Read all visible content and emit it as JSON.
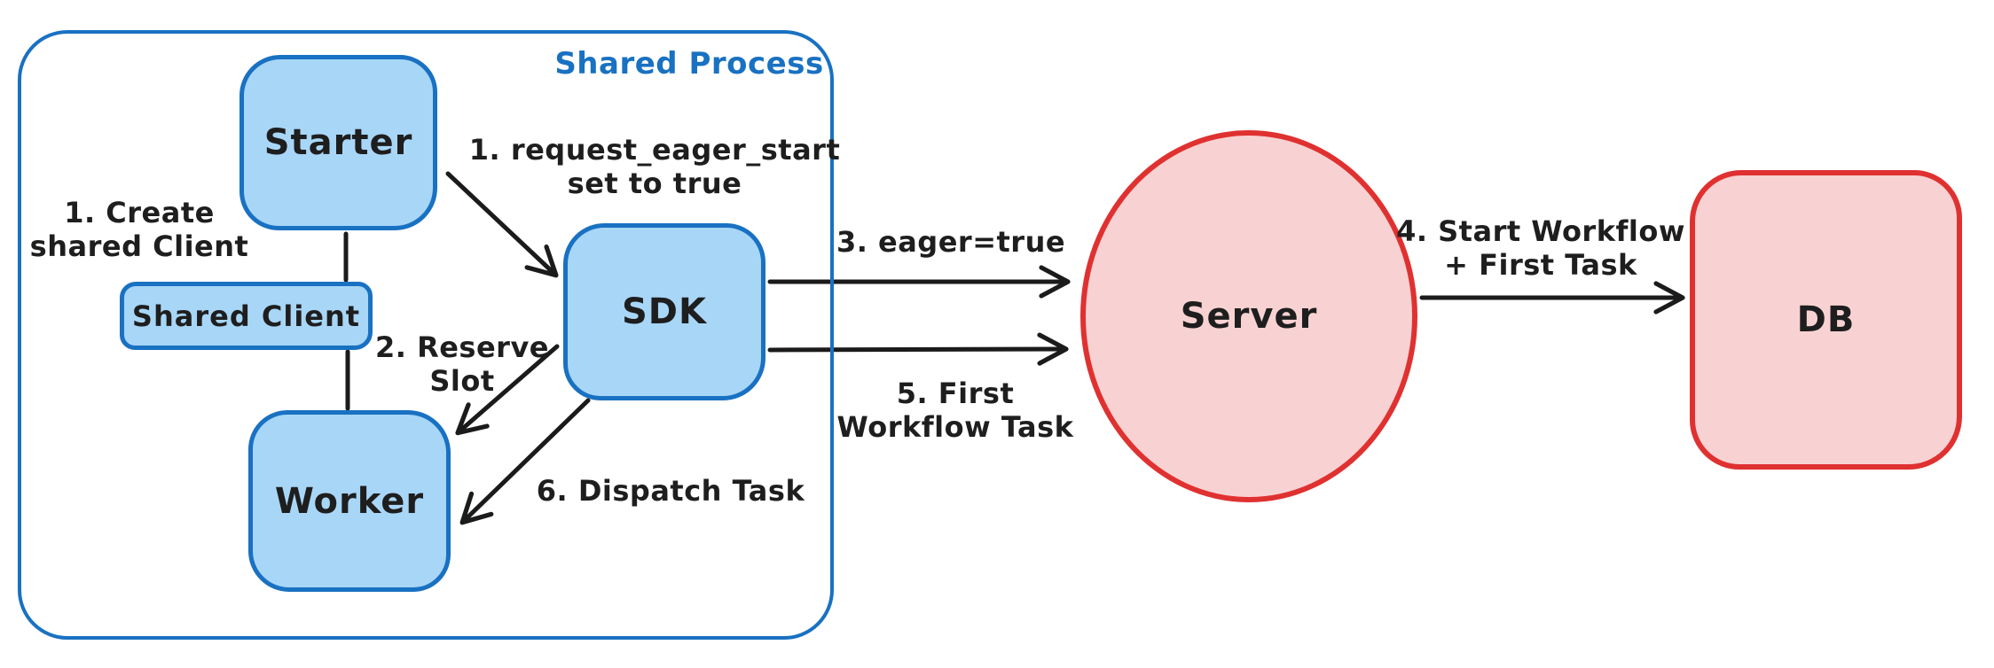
{
  "diagram": {
    "shared_process": {
      "label": "Shared Process",
      "nodes": {
        "starter": "Starter",
        "shared_client": "Shared Client",
        "worker": "Worker",
        "sdk": "SDK"
      },
      "annotations": {
        "create_shared_client": "1. Create\nshared Client",
        "request_eager_start": "1. request_eager_start\nset to true",
        "reserve_slot": "2. Reserve\nSlot",
        "dispatch_task": "6. Dispatch Task"
      }
    },
    "nodes": {
      "server": "Server",
      "db": "DB"
    },
    "annotations": {
      "eager_true": "3. eager=true",
      "first_workflow_task": "5. First\nWorkflow Task",
      "start_workflow_first_task": "4. Start Workflow\n+ First Task"
    },
    "colors": {
      "blue_stroke": "#1971c2",
      "blue_fill": "#a8d6f7",
      "red_stroke": "#e03131",
      "red_fill": "#f8d2d2",
      "line": "#1b1b1b"
    }
  }
}
